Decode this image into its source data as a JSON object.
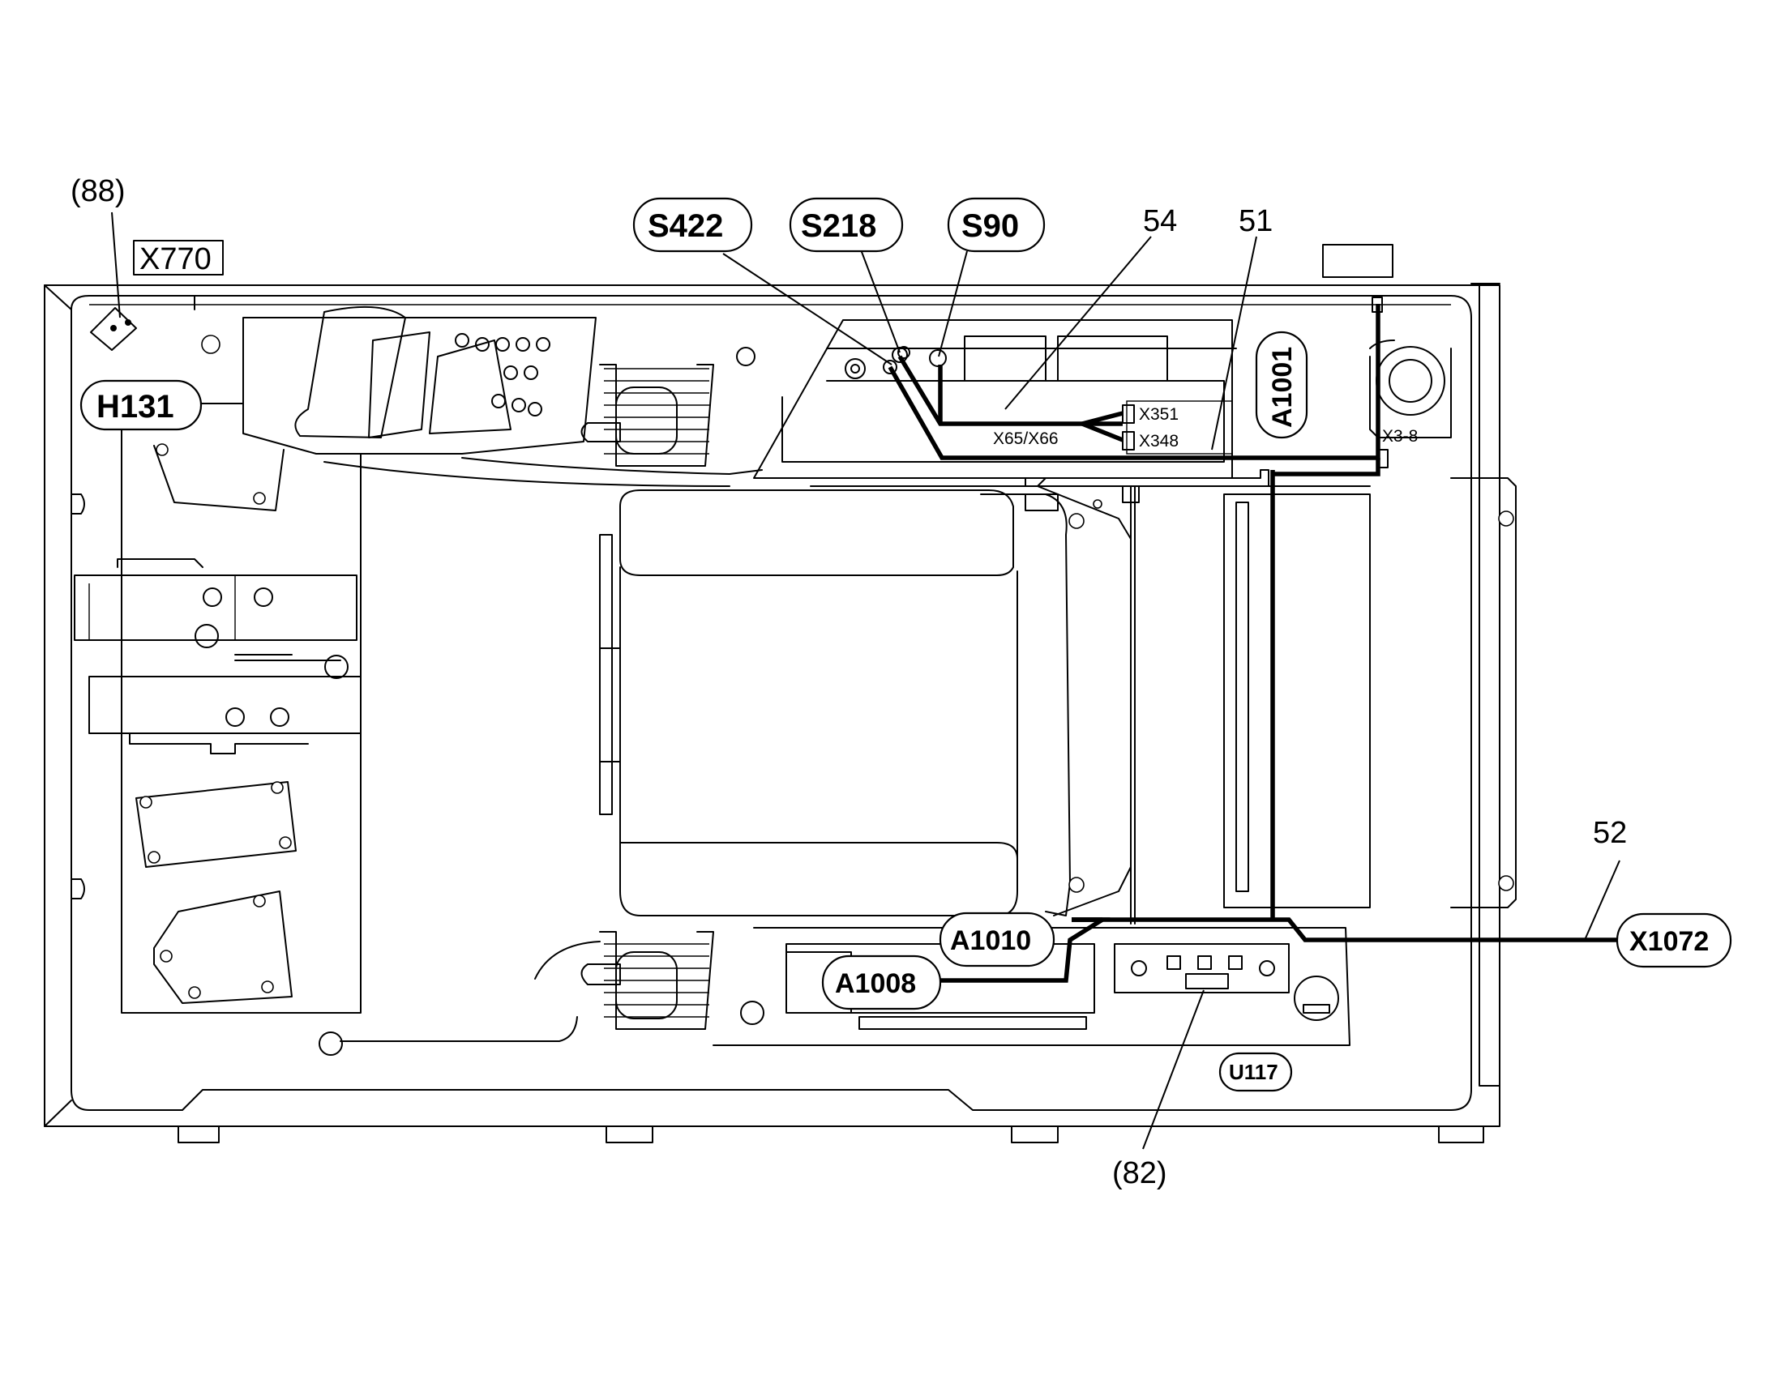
{
  "labels": {
    "callout_88": "(88)",
    "callout_82": "(82)",
    "x770": "X770",
    "h131": "H131",
    "s422": "S422",
    "s218": "S218",
    "s90": "S90",
    "num_54": "54",
    "num_51": "51",
    "num_52": "52",
    "a1001": "A1001",
    "x351": "X351",
    "x348": "X348",
    "x65_x66": "X65/X66",
    "x3_8": "X3-8",
    "a1010": "A1010",
    "a1008": "A1008",
    "x1072": "X1072",
    "u117": "U117"
  }
}
